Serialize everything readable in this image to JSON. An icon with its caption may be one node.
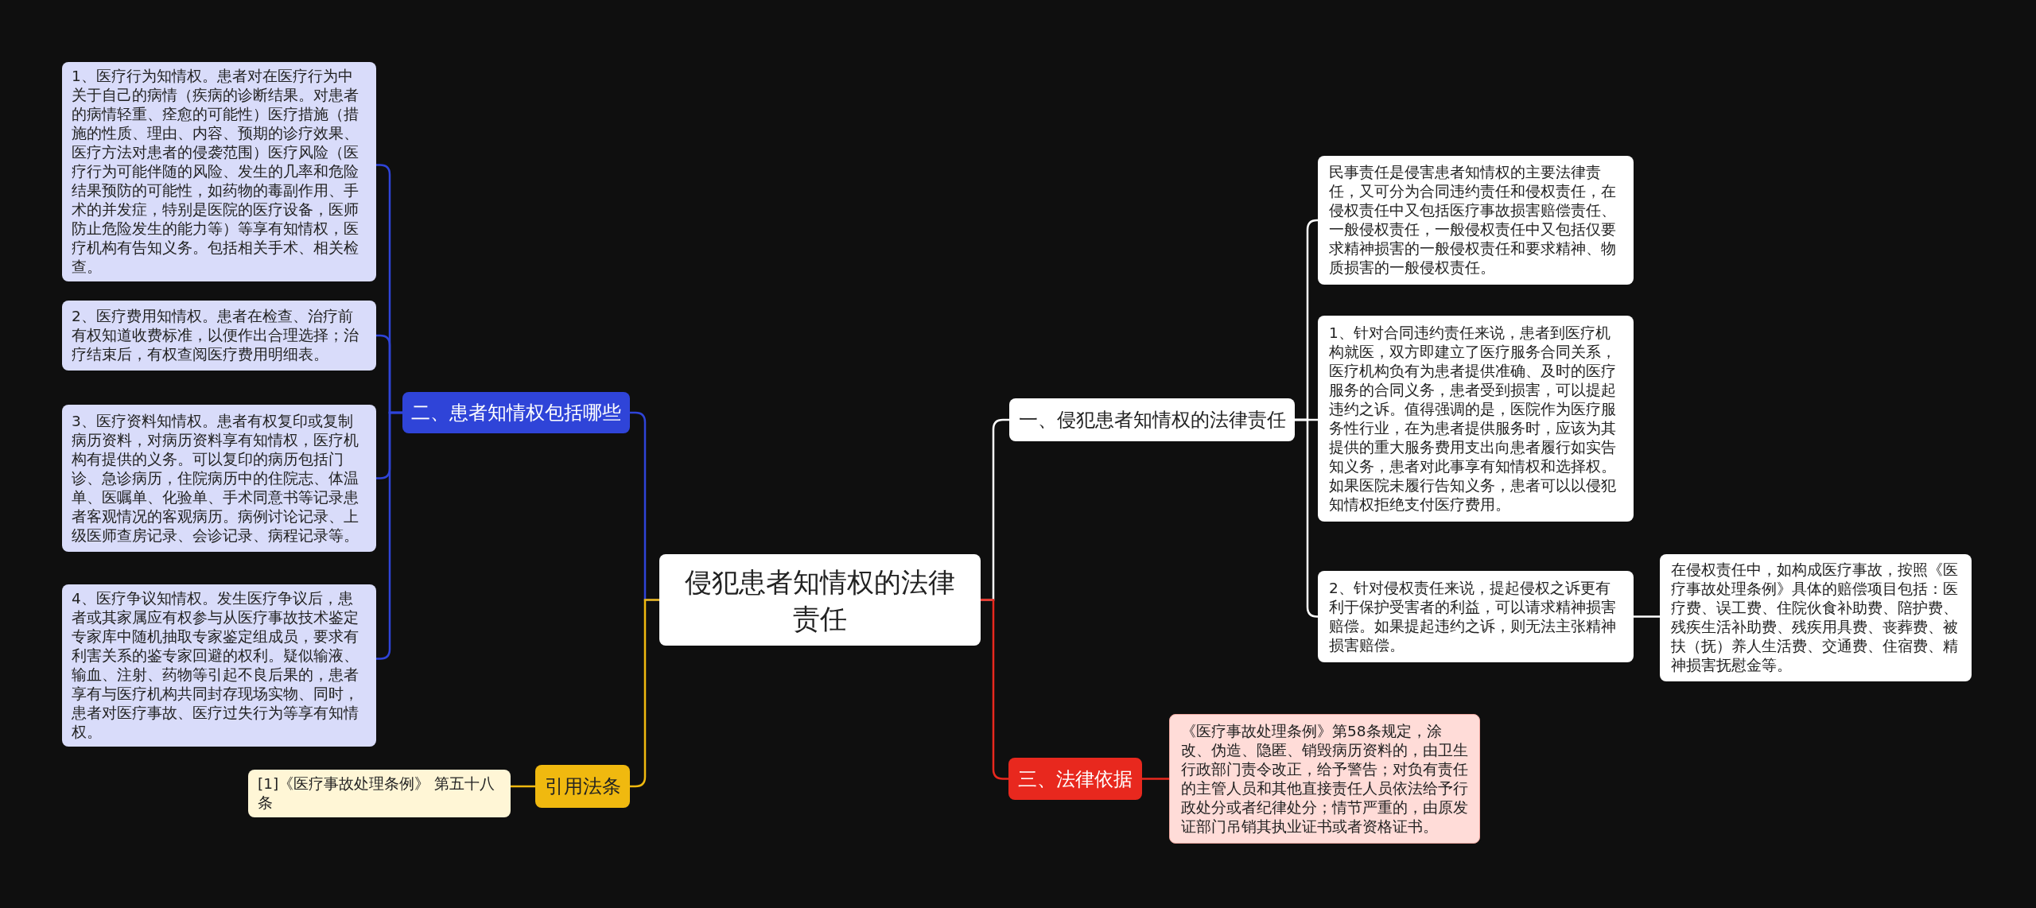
{
  "diagram": {
    "nodes": [
      {
        "text": [
          "侵犯患者知情权的法律责任"
        ]
      },
      {
        "text": [
          "一、侵犯患者知情权的法律责任"
        ]
      },
      {
        "text": [
          "民事责任是侵害患者知情权的主要法律责任，又可分为合同违约责任和侵权责任，在侵权责任中又包括医疗事故损害赔偿责任、一般侵权责任，一般侵权责任中又包括仅要求精神损害的一般侵权责任和要求精神、物质损害的一般侵权责任。"
        ]
      },
      {
        "text": [
          "1、针对合同违约责任来说，患者到医疗机构就医，双方即建立了医疗服务合同关系，医疗机构负有为患者提供准确、及时的医疗服务的合同义务，患者受到损害，可以提起违约之诉。值得强调的是，医院作为医疗服务性行业，在为患者提供服务时，应该为其提供的重大服务费用支出向患者履行如实告知义务，患者对此事享有知情权和选择权。如果医院未履行告知义务，患者可以以侵犯知情权拒绝支付医疗费用。"
        ]
      },
      {
        "text": [
          "2、针对侵权责任来说，提起侵权之诉更有利于保护受害者的利益，可以请求精神损害赔偿。如果提起违约之诉，则无法主张精神损害赔偿。"
        ]
      },
      {
        "text": [
          "在侵权责任中，如构成医疗事故，按照《医疗事故处理条例》具体的赔偿项目包括：医疗费、误工费、住院伙食补助费、陪护费、残疾生活补助费、残疾用具费、丧葬费、被扶（抚）养人生活费、交通费、住宿费、精神损害抚慰金等。"
        ]
      },
      {
        "text": [
          "三、法律依据"
        ]
      },
      {
        "text": [
          "《医疗事故处理条例》第58条规定，涂改、伪造、隐匿、销毁病历资料的，由卫生行政部门责令改正，给予警告；对负有责任的主管人员和其他直接责任人员依法给予行政处分或者纪律处分；情节严重的，由原发证部门吊销其执业证书或者资格证书。"
        ]
      },
      {
        "text": [
          "二、患者知情权包括哪些"
        ]
      },
      {
        "text": [
          "1、医疗行为知情权。患者对在医疗行为中关于自己的病情（疾病的诊断结果。对患者的病情轻重、痊愈的可能性）医疗措施（措施的性质、理由、内容、预期的诊疗效果、医疗方法对患者的侵袭范围）医疗风险（医疗行为可能伴随的风险、发生的几率和危险结果预防的可能性，如药物的毒副作用、手术的并发症，特别是医院的医疗设备，医师防止危险发生的能力等）等享有知情权，医疗机构有告知义务。包括相关手术、相关检查。"
        ]
      },
      {
        "text": [
          "2、医疗费用知情权。患者在检查、治疗前有权知道收费标准，以便作出合理选择；治疗结束后，有权查阅医疗费用明细表。"
        ]
      },
      {
        "text": [
          "3、医疗资料知情权。患者有权复印或复制病历资料，对病历资料享有知情权，医疗机构有提供的义务。可以复印的病历包括门诊、急诊病历，住院病历中的住院志、体温单、医嘱单、化验单、手术同意书等记录患者客观情况的客观病历。病例讨论记录、上级医师查房记录、会诊记录、病程记录等。"
        ]
      },
      {
        "text": [
          "4、医疗争议知情权。发生医疗争议后，患者或其家属应有权参与从医疗事故技术鉴定专家库中随机抽取专家鉴定组成员，要求有利害关系的鉴专家回避的权利。疑似输液、输血、注射、药物等引起不良后果的，患者享有与医疗机构共同封存现场实物、同时，患者对医疗事故、医疗过失行为等享有知情权。"
        ]
      },
      {
        "text": [
          "引用法条"
        ]
      },
      {
        "text": [
          "[1]《医疗事故处理条例》 第五十八条"
        ]
      }
    ],
    "edges": [
      {
        "from": 0,
        "to": 1,
        "arrow": "none"
      },
      {
        "from": 1,
        "to": 2,
        "arrow": "none"
      },
      {
        "from": 1,
        "to": 3,
        "arrow": "none"
      },
      {
        "from": 1,
        "to": 4,
        "arrow": "none"
      },
      {
        "from": 4,
        "to": 5,
        "arrow": "none"
      },
      {
        "from": 0,
        "to": 6,
        "arrow": "none",
        "color": "#e8281e"
      },
      {
        "from": 6,
        "to": 7,
        "arrow": "none",
        "color": "#e8281e"
      },
      {
        "from": 0,
        "to": 8,
        "arrow": "none",
        "color": "#2f44d8"
      },
      {
        "from": 8,
        "to": 9,
        "arrow": "none",
        "color": "#2f44d8"
      },
      {
        "from": 8,
        "to": 10,
        "arrow": "none",
        "color": "#2f44d8"
      },
      {
        "from": 8,
        "to": 11,
        "arrow": "none",
        "color": "#2f44d8"
      },
      {
        "from": 8,
        "to": 12,
        "arrow": "none",
        "color": "#2f44d8"
      },
      {
        "from": 0,
        "to": 13,
        "arrow": "none",
        "color": "#f0b90f"
      },
      {
        "from": 13,
        "to": 14,
        "arrow": "none",
        "color": "#f0b90f"
      }
    ]
  }
}
